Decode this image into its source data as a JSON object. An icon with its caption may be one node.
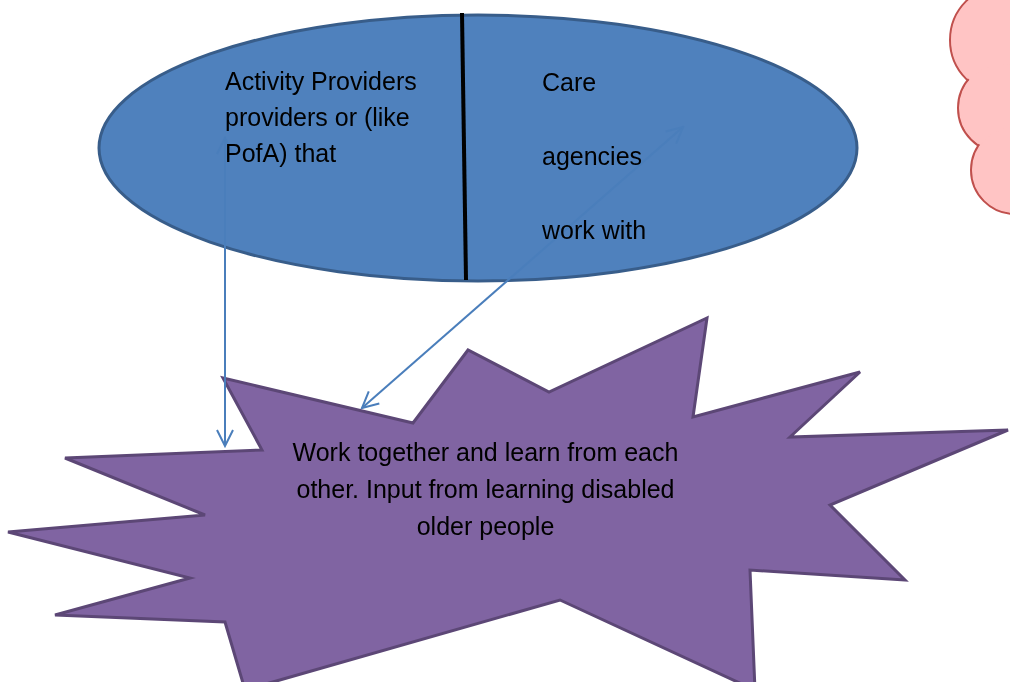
{
  "diagram": {
    "nodes": [
      {
        "text": [
          "Activity Providers providers or (like PofA) that",
          "Care agencies work with"
        ]
      },
      {
        "text": [
          "Work together and learn from each other. Input from learning disabled older people"
        ]
      },
      {
        "text": [],
        "shape": "cloud"
      }
    ],
    "edges": [
      {
        "from": 0,
        "to": 1,
        "arrow": "both"
      },
      {
        "from": 0,
        "to": 1,
        "arrow": "both"
      }
    ]
  }
}
